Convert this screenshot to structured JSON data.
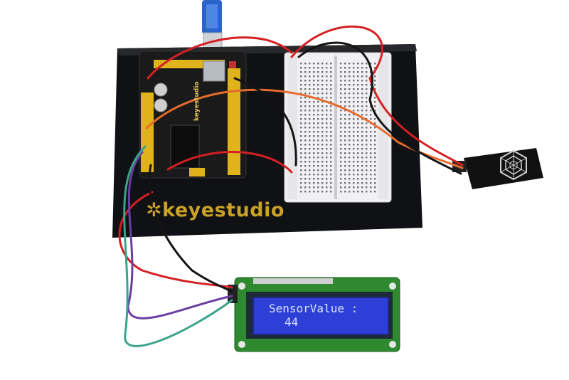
{
  "brand": {
    "logo_text": "keyestudio",
    "board_text": "keyestudio"
  },
  "lcd": {
    "line1": "SensorValue :",
    "line2": "44"
  },
  "colors": {
    "base_plate": "#101114",
    "board": "#1a1a1a",
    "board_header": "#e0b21c",
    "breadboard": "#f1f1f3",
    "lcd_pcb": "#2f8a2f",
    "lcd_screen": "#2d3fd6",
    "wire_red": "#d41f23",
    "wire_orange": "#e86b2e",
    "wire_black": "#141414",
    "wire_purple": "#6b3fa0",
    "wire_green": "#3aa38a",
    "usb_cable": "#2a63c9",
    "sensor_pcb": "#111111"
  }
}
